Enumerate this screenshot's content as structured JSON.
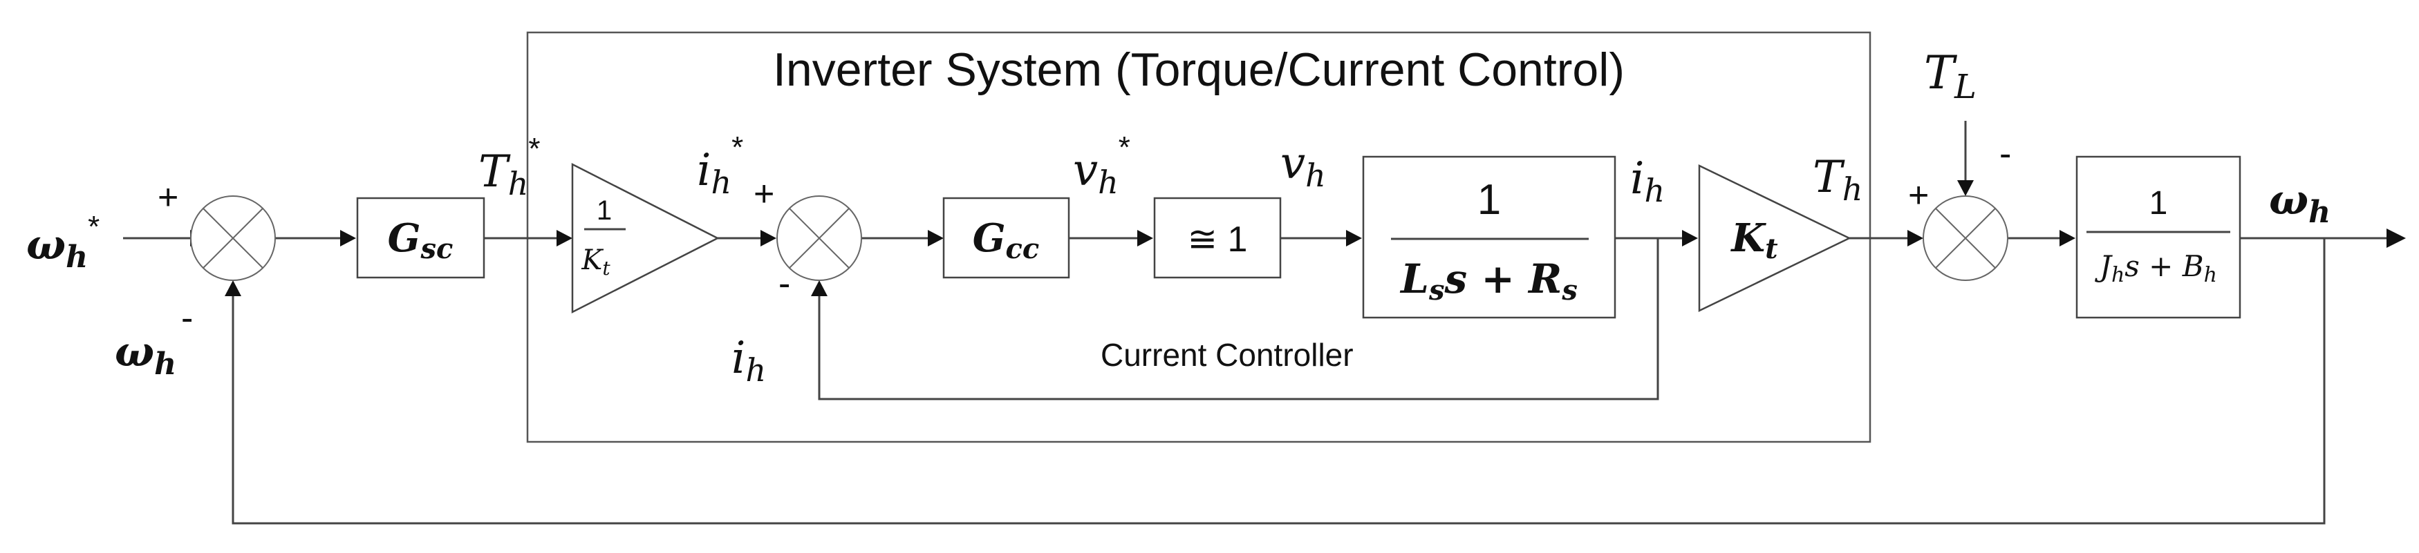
{
  "inverter_title": "Inverter System (Torque/Current Control)",
  "current_controller_label": "Current Controller",
  "signals": {
    "omega": "ω",
    "omega_sub": "h",
    "star": "*",
    "T": "T",
    "T_sub": "h",
    "i": "i",
    "i_sub": "h",
    "v": "v",
    "v_sub": "h",
    "TL": "T",
    "TL_sub": "L"
  },
  "signs": {
    "plus": "+",
    "minus": "-"
  },
  "blocks": {
    "gsc_main": "G",
    "gsc_sub": "sc",
    "inv_kt_num": "1",
    "inv_kt_den_main": "K",
    "inv_kt_den_sub": "t",
    "gcc_main": "G",
    "gcc_sub": "cc",
    "approx": "≅ 1",
    "plant_num": "1",
    "plant_den_L": "L",
    "plant_den_L_sub": "s",
    "plant_den_s": "s + R",
    "plant_den_R_sub": "s",
    "kt_main": "K",
    "kt_sub": "t",
    "mech_num": "1",
    "mech_den_J": "J",
    "mech_den_J_sub": "h",
    "mech_den_s": "s + B",
    "mech_den_B_sub": "h"
  }
}
